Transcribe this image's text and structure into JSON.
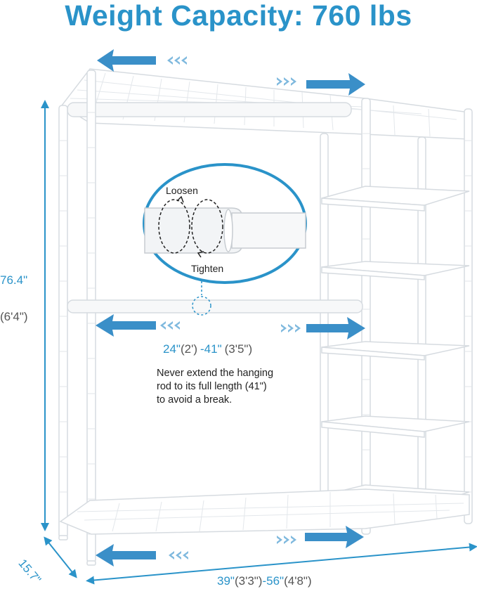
{
  "title": "Weight Capacity: 760 lbs",
  "height_dimension": {
    "inches": "76.4\"",
    "feet": "(6'4\")"
  },
  "depth_dimension": "15.7\"",
  "width_dimension": {
    "min_in": "39\"",
    "min_ft": "(3'3\")",
    "separator": "-",
    "max_in": "56\"",
    "max_ft": "(4'8\")"
  },
  "rod_dimension": {
    "min_in": "24\"",
    "min_ft": "(2')",
    "separator": "-",
    "max_in": "41\"",
    "max_ft": "(3'5\")"
  },
  "zoom_callout": {
    "loosen_label": "Loosen",
    "tighten_label": "Tighten"
  },
  "note": {
    "lines": [
      "Never extend the hanging",
      "rod to its full length (41\")",
      "to avoid a break."
    ]
  },
  "colors": {
    "accent": "#2a93c9",
    "arrow": "#3a8fc8",
    "rack_outline": "#d8dde2",
    "text_dark": "#222222",
    "text_grey": "#555555"
  }
}
